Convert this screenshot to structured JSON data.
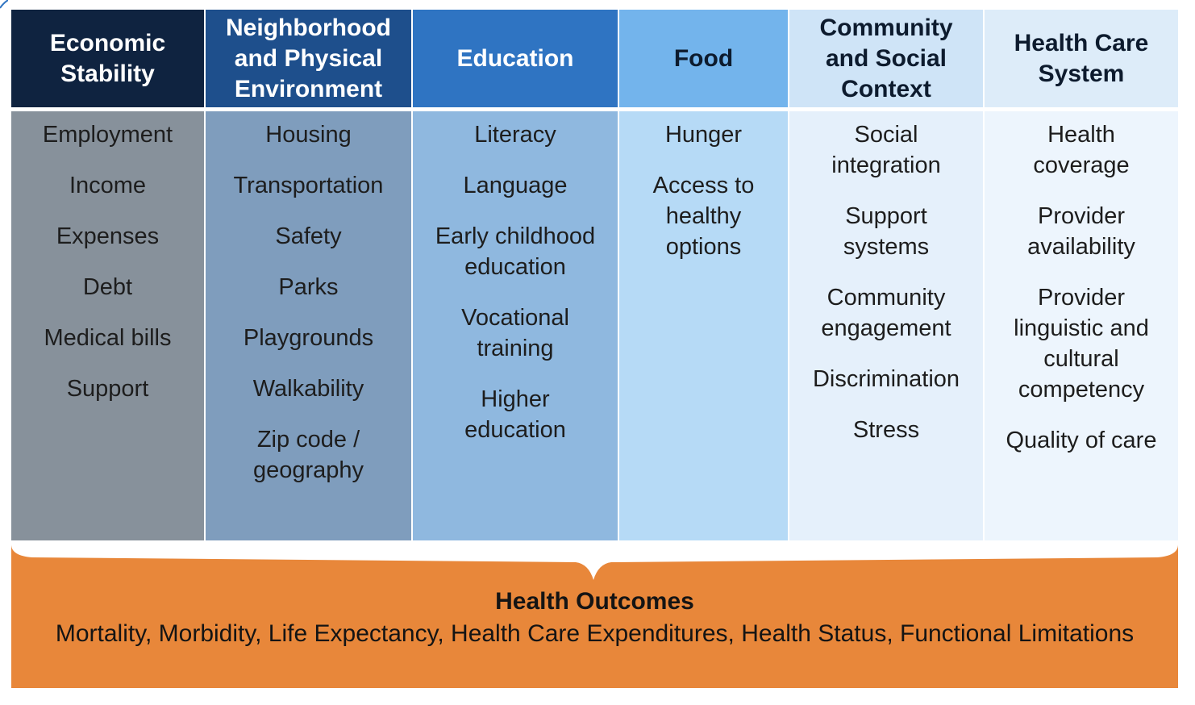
{
  "colors": {
    "outcome_fill": "#e8873a"
  },
  "columns": [
    {
      "title": "Economic Stability",
      "items": [
        "Employment",
        "Income",
        "Expenses",
        "Debt",
        "Medical bills",
        "Support"
      ]
    },
    {
      "title": "Neighborhood and Physical Environment",
      "items": [
        "Housing",
        "Transportation",
        "Safety",
        "Parks",
        "Playgrounds",
        "Walkability",
        "Zip code / geography"
      ]
    },
    {
      "title": "Education",
      "items": [
        "Literacy",
        "Language",
        "Early childhood education",
        "Vocational training",
        "Higher education"
      ]
    },
    {
      "title": "Food",
      "items": [
        "Hunger",
        "Access to healthy options"
      ]
    },
    {
      "title": "Community and Social Context",
      "items": [
        "Social integration",
        "Support systems",
        "Community engagement",
        "Discrimination",
        "Stress"
      ]
    },
    {
      "title": "Health Care System",
      "items": [
        "Health coverage",
        "Provider availability",
        "Provider linguistic and cultural competency",
        "Quality of care"
      ]
    }
  ],
  "outcomes": {
    "title": "Health Outcomes",
    "list": "Mortality, Morbidity, Life Expectancy, Health Care Expenditures, Health Status, Functional Limitations"
  }
}
